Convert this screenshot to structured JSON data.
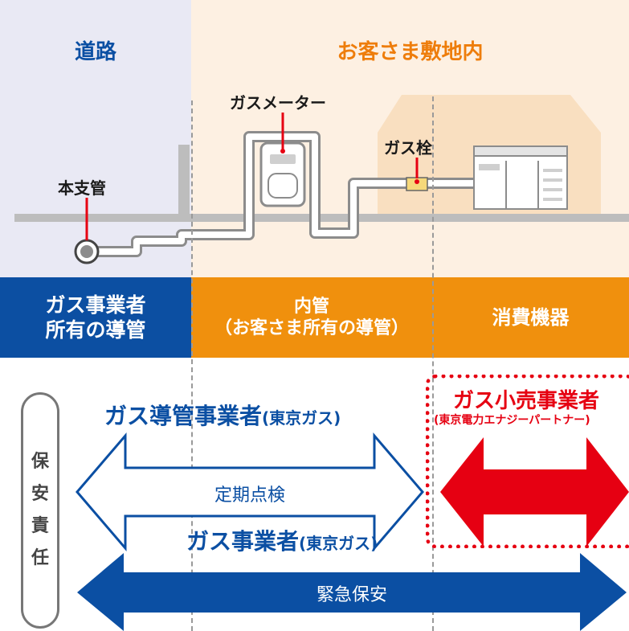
{
  "zones": {
    "road": "道路",
    "premises": "お客さま敷地内"
  },
  "labels": {
    "main_pipe": "本支管",
    "gas_meter": "ガスメーター",
    "gas_valve": "ガス栓"
  },
  "bands": {
    "gas_company_pipe_line1": "ガス事業者",
    "gas_company_pipe_line2": "所有の導管",
    "inner_pipe_line1": "内管",
    "inner_pipe_line2": "（お客さま所有の導管）",
    "appliances": "消費機器"
  },
  "responsibility": {
    "chars": [
      "保",
      "安",
      "責",
      "任"
    ],
    "pipeline_operator_main": "ガス導管事業者",
    "pipeline_operator_sub": "(東京ガス)",
    "inspection": "定期点検",
    "retailer_main": "ガス小売事業者",
    "retailer_sub": "(東京電力エナジーパートナー)",
    "gas_operator_main": "ガス事業者",
    "gas_operator_sub": "(東京ガス)",
    "emergency": "緊急保安"
  },
  "colors": {
    "blue": "#0b4fa3",
    "orange": "#f0900d",
    "red": "#e60012",
    "road_bg": "#e9e9f4",
    "premises_bg": "#fdf0e2"
  }
}
